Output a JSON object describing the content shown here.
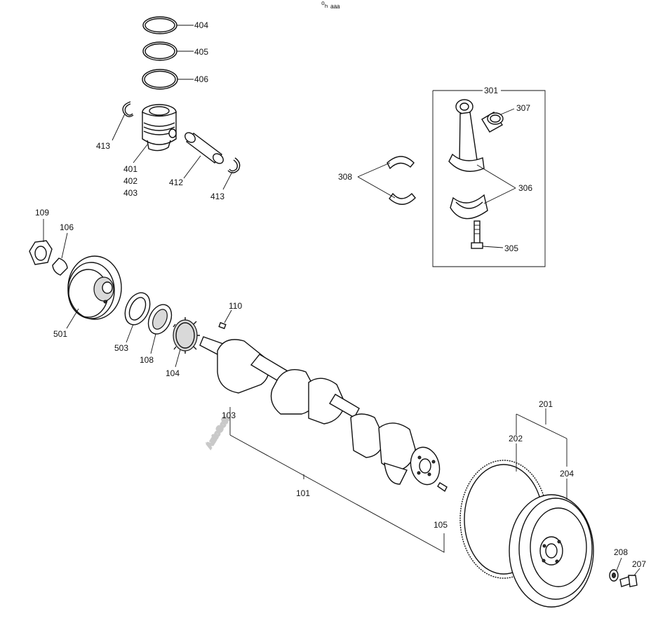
{
  "header": {
    "tiny_mark": "⁰ₕ ₐₐₐ"
  },
  "watermark": {
    "text": "AutoSoft"
  },
  "callouts": {
    "c404": "404",
    "c405": "405",
    "c406": "406",
    "c413a": "413",
    "c413b": "413",
    "c401": "401",
    "c402": "402",
    "c403": "403",
    "c412": "412",
    "c301": "301",
    "c307": "307",
    "c308": "308",
    "c306": "306",
    "c305": "305",
    "c109": "109",
    "c106": "106",
    "c501": "501",
    "c503": "503",
    "c108": "108",
    "c104": "104",
    "c110": "110",
    "c103": "103",
    "c101": "101",
    "c105": "105",
    "c201": "201",
    "c202": "202",
    "c204": "204",
    "c208": "208",
    "c207": "207"
  },
  "icons": {
    "piston_rings": "ring-icon",
    "piston": "piston-icon",
    "connecting_rod": "connecting-rod-icon",
    "pulley": "pulley-icon",
    "gear": "gear-icon",
    "crankshaft": "crankshaft-icon",
    "flywheel": "flywheel-icon"
  }
}
